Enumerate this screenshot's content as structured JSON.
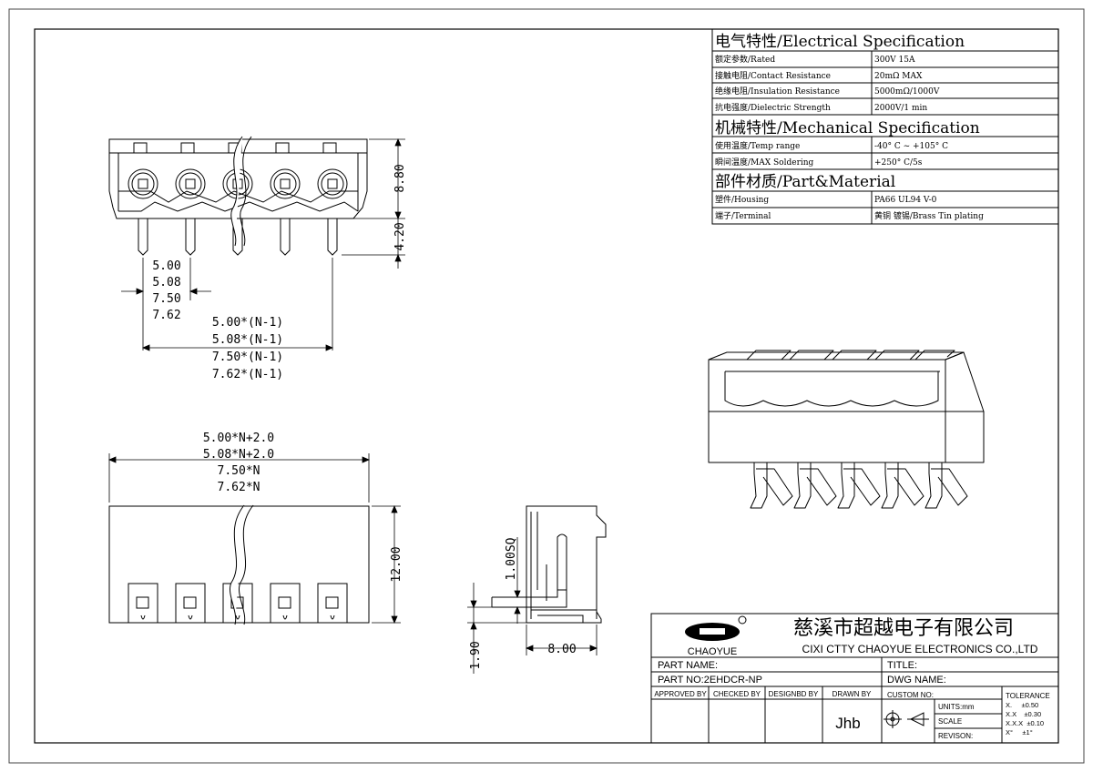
{
  "spec": {
    "electrical_header": "电气特性/Electrical Specification",
    "electrical_rows": [
      {
        "label": "额定参数/Rated",
        "value": "300V  15A"
      },
      {
        "label": "接触电阻/Contact Resistance",
        "value": "20mΩ MAX"
      },
      {
        "label": "绝缘电阻/Insulation Resistance",
        "value": "5000mΩ/1000V"
      },
      {
        "label": "抗电强度/Dielectric Strength",
        "value": "2000V/1 min"
      }
    ],
    "mechanical_header": "机械特性/Mechanical Specification",
    "mechanical_rows": [
      {
        "label": "使用温度/Temp range",
        "value": "-40° C ~ +105° C"
      },
      {
        "label": "瞬间温度/MAX Soldering",
        "value": "+250° C/5s"
      }
    ],
    "material_header": "部件材质/Part&Material",
    "material_rows": [
      {
        "label": "塑件/Housing",
        "value": "PA66 UL94 V-0"
      },
      {
        "label": "端子/Terminal",
        "value": "黄铜 镀锡/Brass Tin plating"
      }
    ]
  },
  "dims": {
    "height_upper": "8.80",
    "height_lower": "4.20",
    "pitch": [
      "5.00",
      "5.08",
      "7.50",
      "7.62"
    ],
    "span": [
      "5.00*(N-1)",
      "5.08*(N-1)",
      "7.50*(N-1)",
      "7.62*(N-1)"
    ],
    "width": [
      "5.00*N+2.0",
      "5.08*N+2.0",
      "7.50*N",
      "7.62*N"
    ],
    "body_height": "12.00",
    "pin_square": "1.00SQ",
    "depth": "8.00",
    "offset": "1.90"
  },
  "title_block": {
    "logo_text": "CHAOYUE",
    "company_cn": "慈溪市超越电子有限公司",
    "company_en": "CIXI CTTY CHAOYUE ELECTRONICS CO.,LTD",
    "part_name": "PART NAME:",
    "title": "TITLE:",
    "part_no": "PART NO:2EHDCR-NP",
    "dwg_name": "DWG NAME:",
    "approved_by": "APPROVED BY",
    "checked_by": "CHECKED BY",
    "designed_by": "DESIGNBD BY",
    "drawn_by": "DRAWN BY",
    "drawn_sig": "Jhb",
    "custom_no": "CUSTOM NO:",
    "units": "UNITS:mm",
    "scale": "SCALE",
    "revision": "REVISON:",
    "tolerance": "TOLERANCE",
    "tol_lines": [
      "X.     ±0.50",
      "X.X    ±0.30",
      "X.X.X  ±0.10",
      "X°     ±1°"
    ]
  }
}
